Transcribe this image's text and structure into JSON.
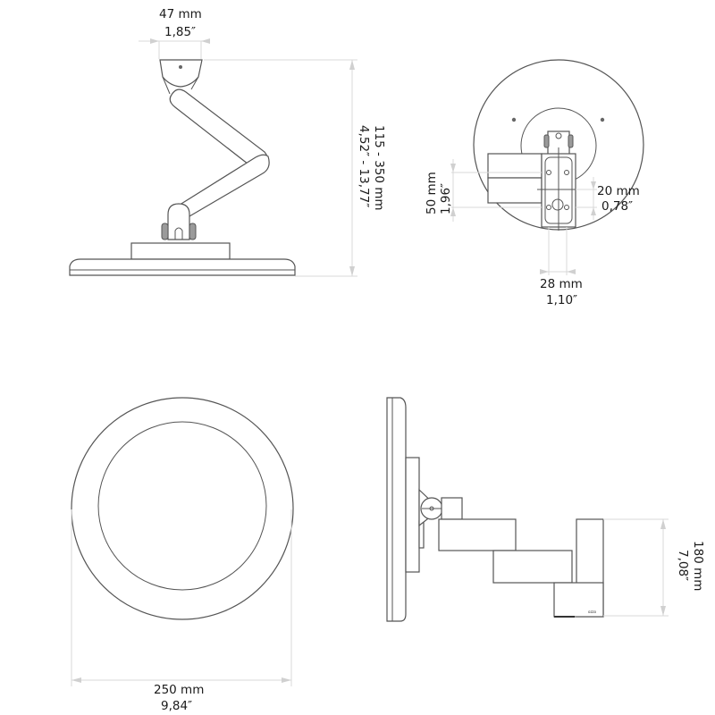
{
  "drawing": {
    "title": "",
    "line_color": "#555555",
    "dimension_line_color": "#d8d8d8",
    "text_color": "#1a1a1a"
  },
  "views": {
    "side_view": {
      "top_width": {
        "mm": "47 mm",
        "inch": "1,85″"
      },
      "height_range": {
        "mm": "115 - 350 mm",
        "inch": "4,52″ - 13,77″"
      }
    },
    "rear_view": {
      "bracket_height": {
        "mm": "50 mm",
        "inch": "1,96″"
      },
      "hole_spacing": {
        "mm": "20 mm",
        "inch": "0,78″"
      },
      "bracket_width": {
        "mm": "28 mm",
        "inch": "1,10″"
      }
    },
    "front_view": {
      "diameter": {
        "mm": "250 mm",
        "inch": "9,84″"
      }
    },
    "profile_view": {
      "mount_height": {
        "mm": "180 mm",
        "inch": "7,08″"
      }
    }
  }
}
